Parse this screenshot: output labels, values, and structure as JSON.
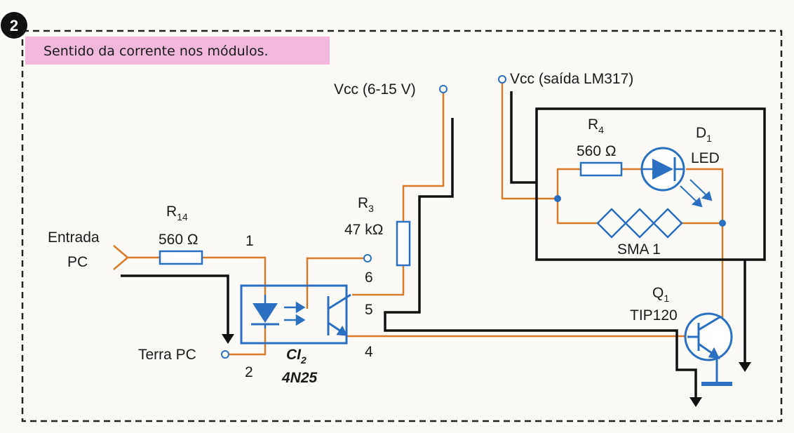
{
  "figure": {
    "number": "2",
    "title": "Sentido da corrente nos módulos."
  },
  "labels": {
    "vcc_main": "Vcc (6-15 V)",
    "vcc_lm317": "Vcc (saída LM317)",
    "input_line1": "Entrada",
    "input_line2": "PC",
    "ground_pc": "Terra PC",
    "r14_name": "R",
    "r14_sub": "14",
    "r14_value": "560 Ω",
    "r3_name": "R",
    "r3_sub": "3",
    "r3_value": "47 kΩ",
    "r4_name": "R",
    "r4_sub": "4",
    "r4_value": "560 Ω",
    "d1_name": "D",
    "d1_sub": "1",
    "d1_type": "LED",
    "sma": "SMA 1",
    "q1_name": "Q",
    "q1_sub": "1",
    "q1_part": "TIP120",
    "ci2_name": "CI",
    "ci2_sub": "2",
    "ci2_part": "4N25",
    "pin1": "1",
    "pin2": "2",
    "pin4": "4",
    "pin5": "5",
    "pin6": "6"
  },
  "colors": {
    "title_band": "#f2b8dc",
    "badge": "#111111",
    "wire": "#d9792a",
    "current_path": "#111111",
    "component": "#2a6fc0",
    "border": "#222222"
  }
}
